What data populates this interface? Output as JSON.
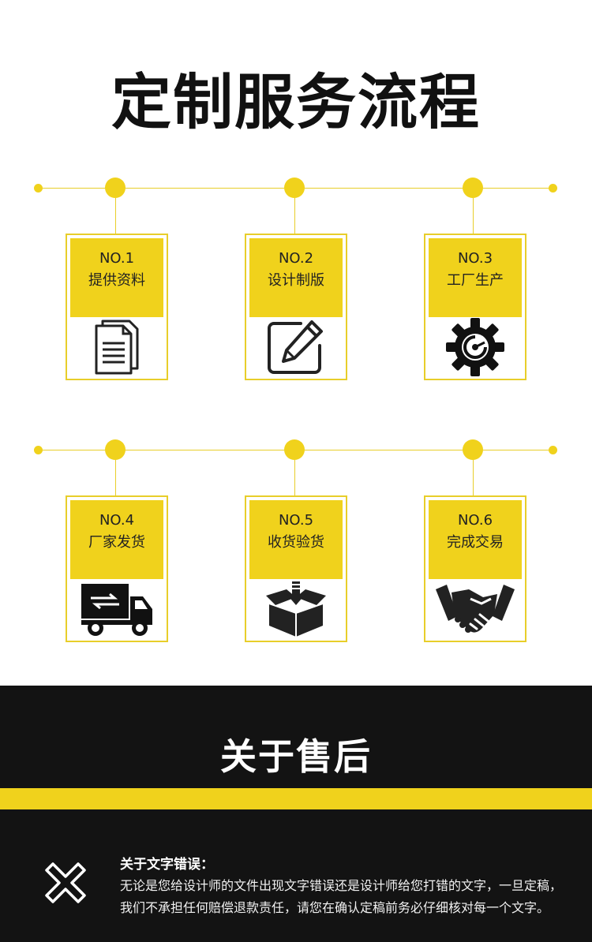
{
  "title": "定制服务流程",
  "steps": [
    {
      "no": "NO.1",
      "label": "提供资料",
      "icon": "documents-icon"
    },
    {
      "no": "NO.2",
      "label": "设计制版",
      "icon": "edit-pencil-icon"
    },
    {
      "no": "NO.3",
      "label": "工厂生产",
      "icon": "gear-icon"
    },
    {
      "no": "NO.4",
      "label": "厂家发货",
      "icon": "truck-icon"
    },
    {
      "no": "NO.5",
      "label": "收货验货",
      "icon": "package-box-icon"
    },
    {
      "no": "NO.6",
      "label": "完成交易",
      "icon": "handshake-icon"
    }
  ],
  "after_sales": {
    "title": "关于售后",
    "icon": "x-cross-icon",
    "heading": "关于文字错误：",
    "body": "无论是您给设计师的文件出现文字错误还是设计师给您打错的文字，一旦定稿，我们不承担任何赔偿退款责任，请您在确认定稿前务必仔细核对每一个文字。"
  },
  "colors": {
    "accent": "#f0d21c",
    "dark": "#131313",
    "text": "#111111"
  }
}
